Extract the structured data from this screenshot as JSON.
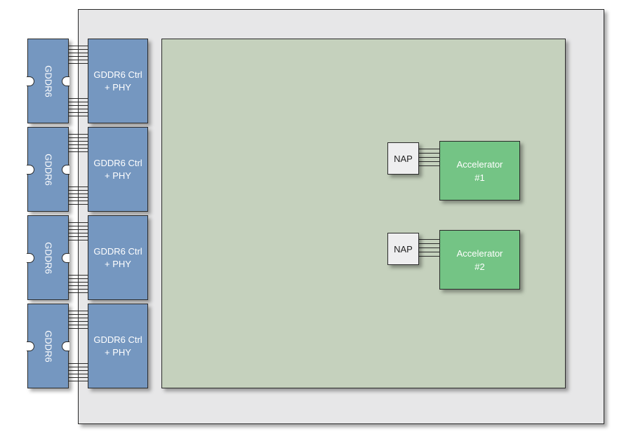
{
  "diagram": {
    "memories": [
      {
        "label": "GDDR6"
      },
      {
        "label": "GDDR6"
      },
      {
        "label": "GDDR6"
      },
      {
        "label": "GDDR6"
      }
    ],
    "controllers": [
      {
        "line1": "GDDR6 Ctrl",
        "line2": "+ PHY"
      },
      {
        "line1": "GDDR6 Ctrl",
        "line2": "+ PHY"
      },
      {
        "line1": "GDDR6 Ctrl",
        "line2": "+ PHY"
      },
      {
        "line1": "GDDR6 Ctrl",
        "line2": "+ PHY"
      }
    ],
    "accelerators": [
      {
        "nap_label": "NAP",
        "line1": "Accelerator",
        "line2": "#1"
      },
      {
        "nap_label": "NAP",
        "line1": "Accelerator",
        "line2": "#2"
      }
    ],
    "colors": {
      "chip_background": "#e7e7e8",
      "fabric": "#c5d1bd",
      "memory_and_controller": "#7597c0",
      "nap": "#eeeeef",
      "accelerator": "#74c485",
      "outline": "#2a2a2a"
    }
  }
}
